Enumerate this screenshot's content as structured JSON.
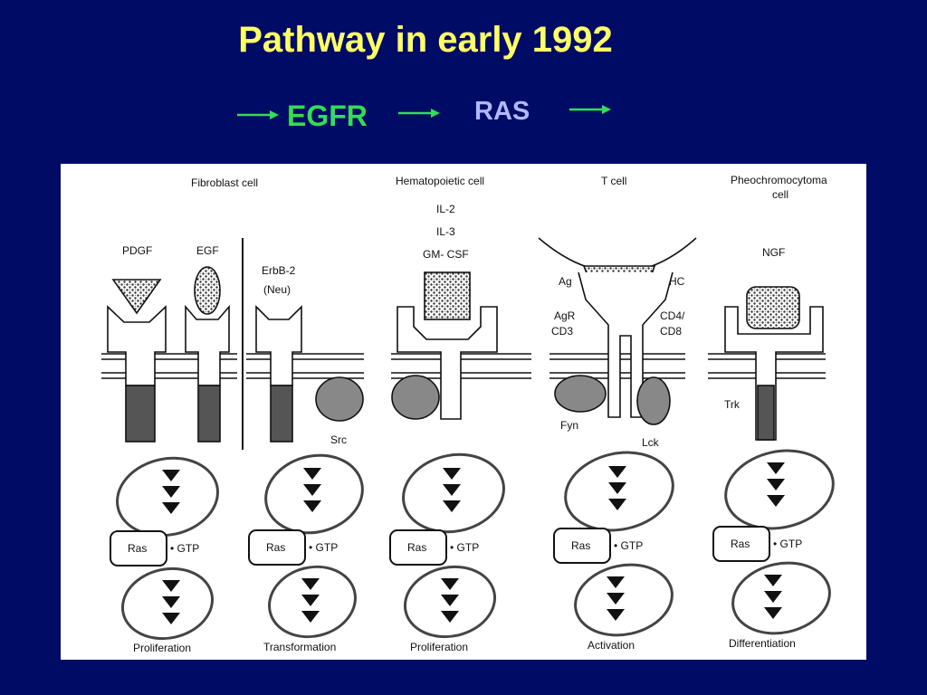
{
  "slide": {
    "title": "Pathway in early 1992",
    "flow": {
      "egfr": "EGFR",
      "ras": "RAS"
    },
    "colors": {
      "background": "#000b66",
      "title": "#ffff66",
      "egfr": "#33dd55",
      "ras": "#b0b8ff",
      "arrow": "#33dd55"
    }
  },
  "figure": {
    "cells": [
      "Fibroblast  cell",
      "Hematopoietic  cell",
      "T cell",
      "Pheochromocytoma",
      "cell"
    ],
    "ligands": {
      "pdgf": "PDGF",
      "egf": "EGF",
      "erbb2": "ErbB-2",
      "neu": "(Neu)",
      "il2": "IL-2",
      "il3": "IL-3",
      "gmcsf": "GM- CSF",
      "ag": "Ag",
      "mhc": "MHC",
      "agr": "AgR",
      "cd3": "CD3",
      "cd4": "CD4/",
      "cd8": "CD8",
      "ngf": "NGF"
    },
    "kinases": {
      "src": "Src",
      "fyn": "Fyn",
      "lck": "Lck",
      "trk": "Trk"
    },
    "ras_label": "Ras",
    "gtp_label": "• GTP",
    "outcomes": [
      "Proliferation",
      "Transformation",
      "Proliferation",
      "Activation",
      "Differentiation"
    ]
  }
}
